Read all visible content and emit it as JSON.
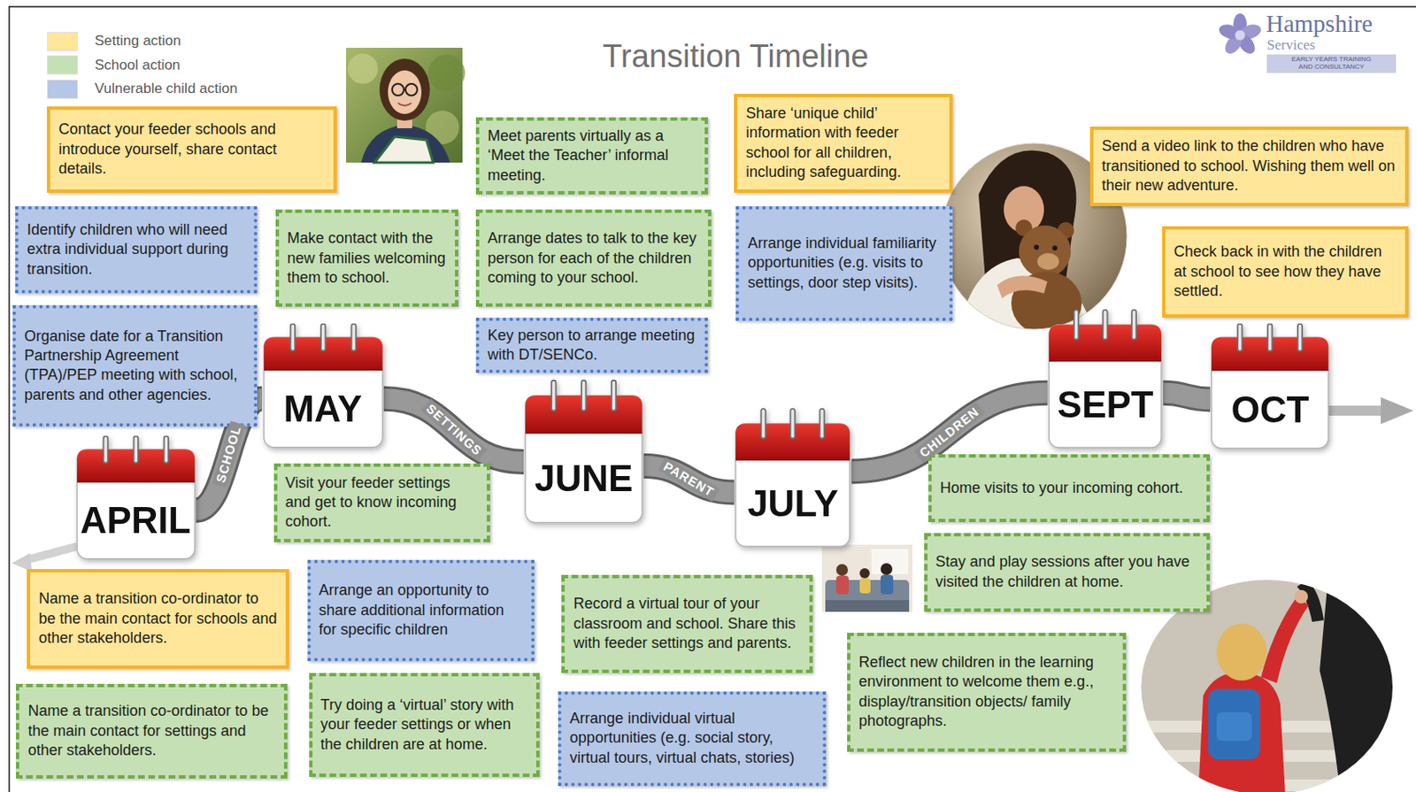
{
  "diagram": {
    "title": "Transition Timeline",
    "nodes": [
      {
        "text": [
          "Contact your feeder schools and introduce yourself, share contact details."
        ]
      },
      {
        "text": [
          "Identify children who will need extra individual support during transition."
        ]
      },
      {
        "text": [
          "Organise date for a Transition Partnership Agreement (TPA)/PEP meeting with school, parents and other agencies."
        ]
      },
      {
        "text": [
          "Make contact with the new families welcoming them to school."
        ]
      },
      {
        "text": [
          "Meet parents virtually as a ‘Meet the Teacher’ informal meeting."
        ]
      },
      {
        "text": [
          "Arrange dates to talk to the key person for each of the children coming to your school."
        ]
      },
      {
        "text": [
          "Key person to arrange meeting with DT/SENCo."
        ]
      },
      {
        "text": [
          "Share ‘unique child’ information with feeder school for all children, including safeguarding."
        ]
      },
      {
        "text": [
          "Arrange individual familiarity opportunities (e.g. visits to settings, door step visits)."
        ]
      },
      {
        "text": [
          "Send a video link to the children who have transitioned to school. Wishing them well on their new adventure."
        ]
      },
      {
        "text": [
          "Check back in with the children at school to see how they have settled."
        ]
      },
      {
        "text": [
          "APRIL"
        ]
      },
      {
        "text": [
          "MAY"
        ]
      },
      {
        "text": [
          "JUNE"
        ]
      },
      {
        "text": [
          "JULY"
        ]
      },
      {
        "text": [
          "SEPT"
        ]
      },
      {
        "text": [
          "OCT"
        ]
      },
      {
        "text": [
          "Visit your feeder settings and get to know incoming cohort."
        ]
      },
      {
        "text": [
          "Home visits to your incoming cohort."
        ]
      },
      {
        "text": [
          "Stay and play sessions after you have visited the children at home."
        ]
      },
      {
        "text": [
          "Name a transition co-ordinator to be the main contact for schools and other stakeholders."
        ]
      },
      {
        "text": [
          "Arrange an opportunity to share additional information for specific children"
        ]
      },
      {
        "text": [
          "Record a virtual tour of your classroom and school. Share this with feeder settings and parents."
        ]
      },
      {
        "text": [
          "Reflect new children in the learning environment to welcome them e.g., display/transition objects/ family photographs."
        ]
      },
      {
        "text": [
          "Name a transition co-ordinator to be the main contact for settings and other stakeholders."
        ]
      },
      {
        "text": [
          "Try doing a ‘virtual’ story with your feeder settings or when the children are at home."
        ]
      },
      {
        "text": [
          "Arrange individual virtual opportunities (e.g. social story, virtual tours, virtual chats, stories)"
        ]
      }
    ],
    "edges": [
      {
        "from": 11,
        "to": 12,
        "arrow": "none",
        "label": "SCHOOL"
      },
      {
        "from": 12,
        "to": 13,
        "arrow": "none",
        "label": "SETTINGS"
      },
      {
        "from": 13,
        "to": 14,
        "arrow": "none",
        "label": "PARENT"
      },
      {
        "from": 14,
        "to": 15,
        "arrow": "none",
        "label": "CHILDREN"
      },
      {
        "from": 15,
        "to": 16,
        "arrow": "none"
      }
    ],
    "labels": [
      "Hampshire",
      "Services",
      "EARLY YEARS TRAINING AND CONSULTANCY"
    ],
    "legend": [
      {
        "text": "Setting action",
        "color": "#ffe699"
      },
      {
        "text": "School action",
        "color": "#c5e0b4"
      },
      {
        "text": "Vulnerable child action",
        "color": "#b4c7e7"
      }
    ]
  }
}
